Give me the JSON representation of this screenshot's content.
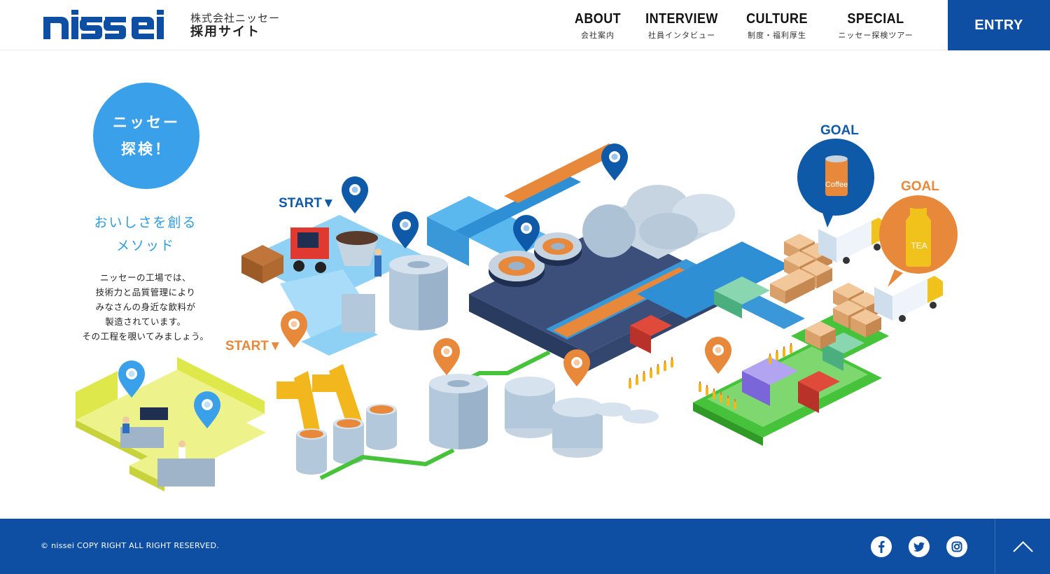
{
  "header": {
    "company_line1": "株式会社ニッセー",
    "company_line2": "採用サイト",
    "logo_alt": "nissei",
    "nav": [
      {
        "en": "ABOUT",
        "jp": "会社案内"
      },
      {
        "en": "INTERVIEW",
        "jp": "社員インタビュー"
      },
      {
        "en": "CULTURE",
        "jp": "制度・福利厚生"
      },
      {
        "en": "SPECIAL",
        "jp": "ニッセー探検ツアー"
      }
    ],
    "entry_label": "ENTRY"
  },
  "intro": {
    "badge_line1": "ニッセー",
    "badge_line2": "探検！",
    "subtitle_line1": "おいしさを創る",
    "subtitle_line2": "メソッド",
    "desc_lines": [
      "ニッセーの工場では、",
      "技術力と品質管理により",
      "みなさんの身近な飲料が",
      "製造されています。",
      "その工程を覗いてみましょう。"
    ]
  },
  "scene": {
    "start_blue": "START▼",
    "start_orange": "START▼",
    "goal_blue": "GOAL",
    "goal_orange": "GOAL",
    "can_label": "Coffee",
    "bottle_label": "TEA"
  },
  "footer": {
    "copyright": "© nissei COPY RIGHT ALL RIGHT RESERVED."
  },
  "colors": {
    "brand_blue": "#0e4fa3",
    "accent_blue": "#3aa0ea",
    "accent_orange": "#e8883a",
    "line_green": "#46c33a",
    "yellow_room": "#dfe84a"
  },
  "icons": [
    "facebook-icon",
    "twitter-icon",
    "instagram-icon",
    "arrow-up-icon",
    "map-pin-icon"
  ]
}
